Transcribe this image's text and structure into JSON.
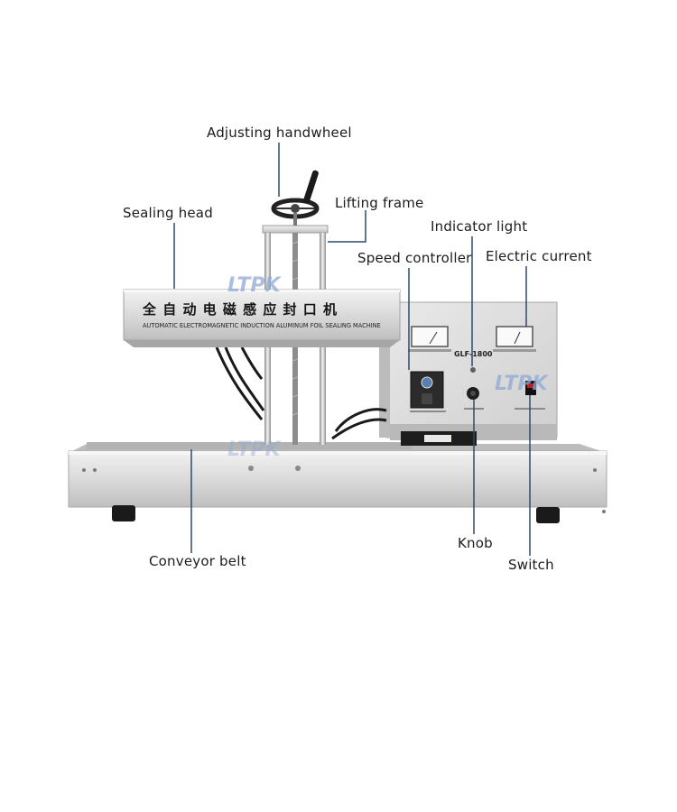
{
  "callouts": {
    "adjusting_handwheel": "Adjusting handwheel",
    "sealing_head": "Sealing head",
    "lifting_frame": "Lifting frame",
    "indicator_light": "Indicator light",
    "speed_controller": "Speed controller",
    "electric_current": "Electric current",
    "conveyor_belt": "Conveyor belt",
    "knob": "Knob",
    "switch": "Switch"
  },
  "machine": {
    "head_title_cn": "全 自 动 电 磁 感 应 封 口 机",
    "head_subtitle_en": "AUTOMATIC ELECTROMAGNETIC INDUCTION ALUMINUM FOIL SEALING MACHINE",
    "model": "GLF-1800",
    "watermark": "LTPK"
  },
  "colors": {
    "steel_light": "#e6e6e6",
    "steel_mid": "#c9c9c9",
    "steel_dark": "#9a9a9a",
    "leader_line": "#2e4a6b",
    "watermark": "#8fa9d6",
    "rubber": "#1a1a1a"
  }
}
